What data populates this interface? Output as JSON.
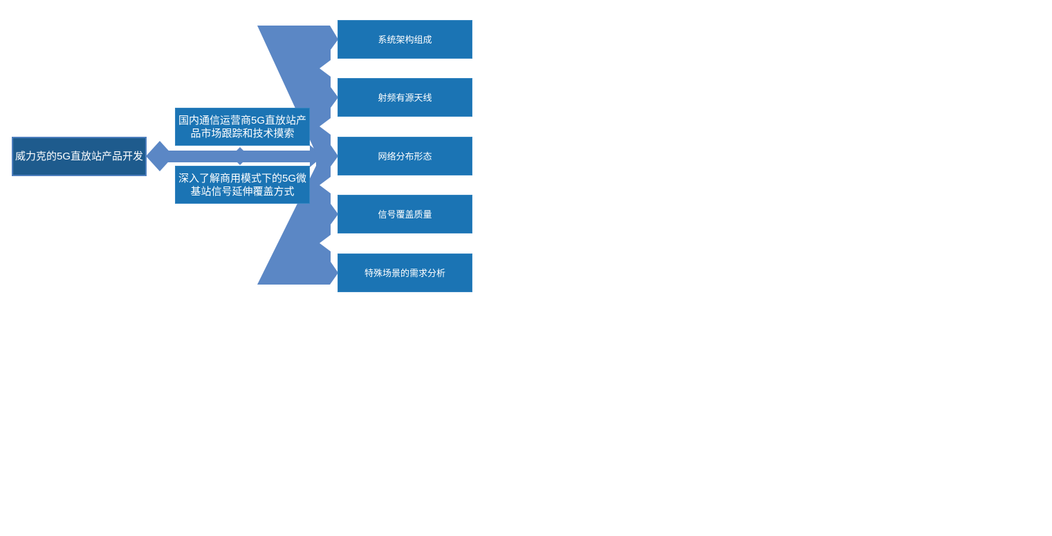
{
  "page": {
    "background": "#ffffff"
  },
  "diagram": {
    "type": "smartart-hierarchy-flow",
    "root": {
      "label": "威力克的5G直放站产品开发"
    },
    "branches": [
      {
        "label": "国内通信运营商5G直放站产品市场跟踪和技术摸索"
      },
      {
        "label": "深入了解商用模式下的5G微基站信号延伸覆盖方式"
      }
    ],
    "leaves": [
      {
        "label": "系统架构组成"
      },
      {
        "label": "射频有源天线"
      },
      {
        "label": "网络分布形态"
      },
      {
        "label": "信号覆盖质量"
      },
      {
        "label": "特殊场景的需求分析"
      }
    ],
    "colors": {
      "root_fill": "#1E5B8D",
      "root_border": "#4D7EBD",
      "node_fill": "#1B74B4",
      "node_border": "#3585C1",
      "connector": "#5B87C5",
      "text": "#FFFFFF"
    }
  }
}
